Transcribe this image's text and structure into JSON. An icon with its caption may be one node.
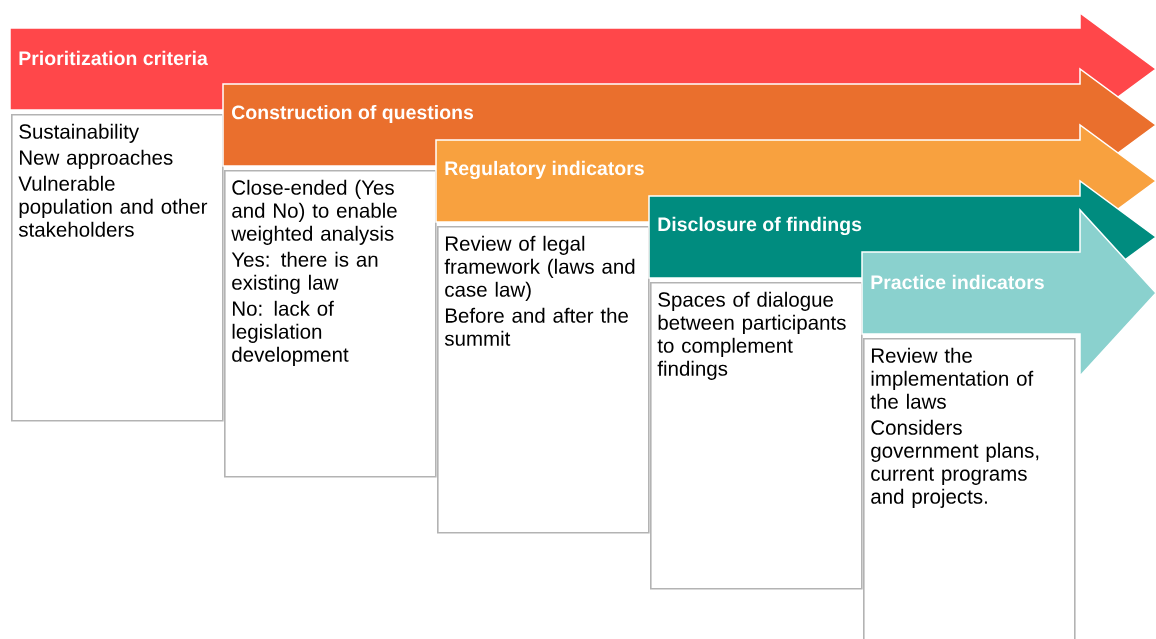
{
  "diagram": {
    "nodes": [
      {
        "text": [
          "Prioritization criteria"
        ]
      },
      {
        "text": [
          "Sustainability",
          "New approaches",
          "Vulnerable population and other stakeholders"
        ]
      },
      {
        "text": [
          "Construction of questions"
        ]
      },
      {
        "text": [
          "Close-ended (Yes and No) to enable weighted analysis",
          "Yes: there is an existing law",
          "No: lack of legislation development"
        ]
      },
      {
        "text": [
          "Regulatory indicators"
        ]
      },
      {
        "text": [
          "Review of legal framework (laws and case law)",
          "Before and after the summit"
        ]
      },
      {
        "text": [
          "Disclosure of findings"
        ]
      },
      {
        "text": [
          "Spaces of dialogue between participants to complement findings"
        ]
      },
      {
        "text": [
          "Practice indicators"
        ]
      },
      {
        "text": [
          "Review the implementation of the laws",
          "Considers government plans, current programs and projects."
        ]
      }
    ]
  }
}
